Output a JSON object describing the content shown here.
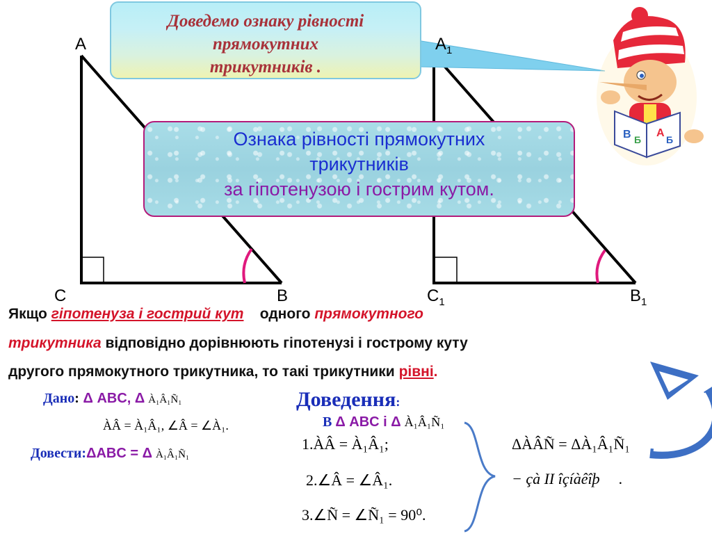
{
  "speech_bubble": {
    "line1": "Доведемо ознаку рівності",
    "line2": "прямокутних",
    "line3": "трикутників ."
  },
  "banner": {
    "line1": "Ознака рівності прямокутних",
    "line2": "трикутників",
    "line3": "за гіпотенузою і гострим кутом."
  },
  "triangle1": {
    "a": "A",
    "c": "C",
    "b": "B"
  },
  "triangle2": {
    "a": "A",
    "a_sub": "1",
    "c": "C",
    "c_sub": "1",
    "b": "B",
    "b_sub": "1"
  },
  "theorem": {
    "w1": "Якщо",
    "w2": "гіпотенуза і гострий кут",
    "w3": "одного",
    "w4": "прямокутного",
    "w5": "трикутника",
    "w6": "відповідно дорівнюють гіпотенузі і гострому куту",
    "w7": "другого прямокутного трикутника, то такі трикутники",
    "w8": "рівні",
    "w9": "."
  },
  "given": {
    "label": "Дано",
    "colon": ":",
    "tri1": "Δ ABC, Δ",
    "tri2": "À₁Â₁Ñ₁",
    "conditions": "ÀÂ = À₁Â₁, ∠Â = ∠À₁.",
    "prove_label": "Довести:",
    "prove_expr": "ΔABC = Δ",
    "prove_tri2": "À₁Â₁Ñ₁"
  },
  "proof": {
    "heading": "Доведення",
    "colon": ":",
    "in_label": "В",
    "in_tri": "Δ ABC і Δ",
    "in_tri2": "À₁Â₁Ñ₁",
    "step1": "1.ÀÂ = À₁Â₁;",
    "step2": "2.∠Â = ∠Â₁.",
    "step3": "3.∠Ñ = ∠Ñ₁ = 90⁰.",
    "result1": "ΔÀÂÑ = ΔÀ₁Â₁Ñ₁",
    "result2": "− çà ІІ îçíàêîþ",
    "result_dot": "."
  },
  "colors": {
    "speech_text": "#a8323a",
    "banner_blue": "#1a2ed0",
    "banner_purple": "#8a1aa6",
    "highlight_red": "#d4142a",
    "angle_mark": "#e0197d",
    "arrow_blue": "#3d6fc4"
  }
}
